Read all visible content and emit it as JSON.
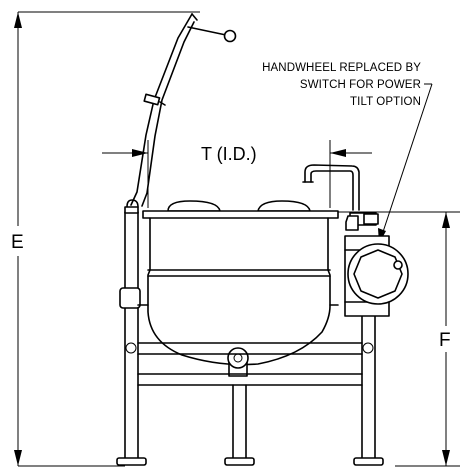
{
  "diagram": {
    "dimension_labels": {
      "e": "E",
      "f": "F",
      "t": "T (I.D.)"
    },
    "note": {
      "line1": "HANDWHEEL REPLACED BY",
      "line2": "SWITCH FOR POWER",
      "line3": "TILT OPTION"
    }
  }
}
